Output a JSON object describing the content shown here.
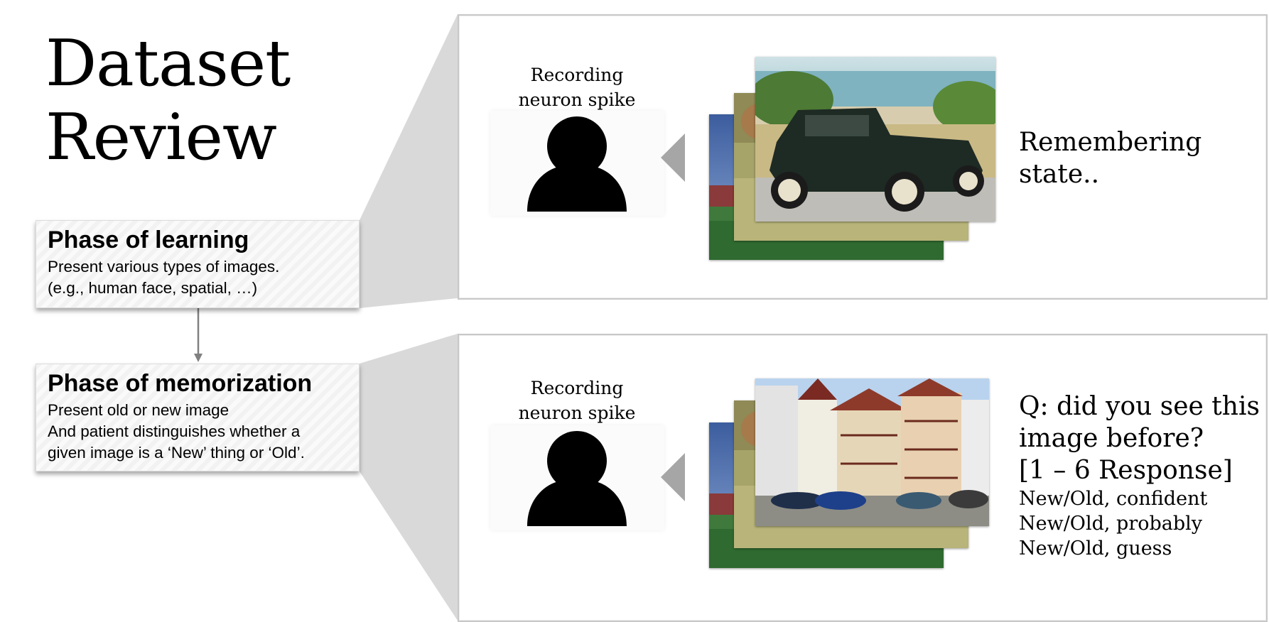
{
  "title": {
    "line1": "Dataset",
    "line2": "Review"
  },
  "learning": {
    "heading": "Phase of learning",
    "desc_line1": "Present various types of images.",
    "desc_line2": "(e.g., human face, spatial, …)",
    "recording_line1": "Recording",
    "recording_line2": "neuron spike",
    "state_line1": "Remembering",
    "state_line2": "state.."
  },
  "memorization": {
    "heading": "Phase of memorization",
    "desc_line1": "Present old or new image",
    "desc_line2": "And patient distinguishes whether a",
    "desc_line3": "given image is a ‘New’ thing or ‘Old’.",
    "recording_line1": "Recording",
    "recording_line2": "neuron spike",
    "question_line1": "Q: did you see this",
    "question_line2": "image before?",
    "response_header": "[1 – 6 Response]",
    "responses": [
      "New/Old, confident",
      "New/Old, probably",
      "New/Old, guess"
    ]
  },
  "colors": {
    "callout_gray": "#d9d9d9",
    "connector": "#808080",
    "panel_border": "#c8c8c8",
    "triangle": "#a6a6a6"
  }
}
